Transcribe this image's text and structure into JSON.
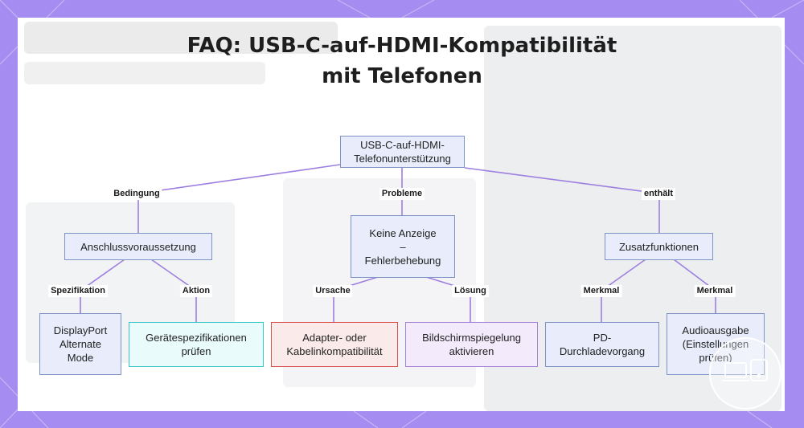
{
  "title": {
    "line1": "FAQ: USB-C-auf-HDMI-Kompatibilität",
    "line2": "mit Telefonen"
  },
  "nodes": {
    "root": [
      "USB-C-auf-HDMI-",
      "Telefonunterstützung"
    ],
    "anschluss": [
      "Anschlussvoraussetzung"
    ],
    "keine_anzeige": [
      "Keine Anzeige",
      "–",
      "Fehlerbehebung"
    ],
    "zusatz": [
      "Zusatzfunktionen"
    ],
    "displayport": [
      "DisplayPort",
      "Alternate",
      "Mode"
    ],
    "geraete": [
      "Gerätespezifikationen",
      "prüfen"
    ],
    "adapter": [
      "Adapter- oder",
      "Kabelinkompatibilität"
    ],
    "spiegelung": [
      "Bildschirmspiegelung",
      "aktivieren"
    ],
    "pd": [
      "PD-",
      "Durchladevorgang"
    ],
    "audio": [
      "Audioausgabe",
      "(Einstellungen",
      "prüfen)"
    ]
  },
  "edge_labels": {
    "bedingung": "Bedingung",
    "probleme": "Probleme",
    "enthaelt": "enthält",
    "spezifikation": "Spezifikation",
    "aktion": "Aktion",
    "ursache": "Ursache",
    "loesung": "Lösung",
    "merkmal_1": "Merkmal",
    "merkmal_2": "Merkmal"
  },
  "colors": {
    "edge": "#9d7fe0",
    "frame": "#a58cf0"
  }
}
